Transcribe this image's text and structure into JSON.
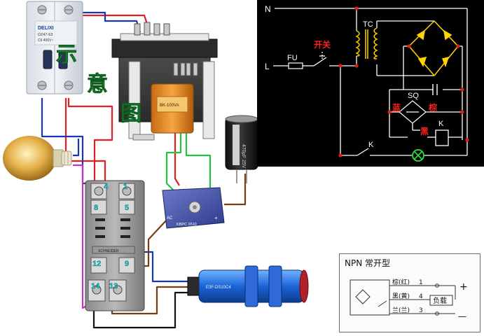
{
  "photo_labels": {
    "breaker_brand": "DELIXI",
    "breaker_model": "DZ47-63",
    "breaker_ratings": "C6 400V~",
    "transformer_model": "BK-100VA",
    "capacitor_label": "470µF 25V",
    "rectifier_model": "KBPC 3510",
    "rectifier_ac": "AC",
    "rectifier_plus": "+",
    "relay_brand": "SCHNEIDER",
    "sensor_label": "E3F-DS10C4"
  },
  "photo_watermarks": [
    "示",
    "意",
    "图"
  ],
  "relay_terminals": {
    "t4": "4",
    "t1": "1",
    "t8": "8",
    "t5": "5",
    "t12": "12",
    "t9": "9",
    "t14": "14",
    "t13": "13"
  },
  "schematic": {
    "n_label": "N",
    "l_label": "L",
    "fu_label": "FU",
    "switch_label": "开关",
    "tc_label": "TC",
    "sq_label": "SQ",
    "blue_label": "蓝",
    "brown_label": "棕",
    "black_label": "黑",
    "k_coil_label": "K",
    "k_contact_label": "K",
    "colors": {
      "background": "#000000",
      "wire": "#ffffff",
      "node": "#e21b1b",
      "label_red": "#ff2020",
      "bridge": "#ffd400",
      "tc": "#ffd400",
      "lamp": "#2ee23a"
    }
  },
  "npn_diagram": {
    "title": "NPN 常开型",
    "wire1": "棕(红)",
    "wire1_pin": "1",
    "wire2": "黑(黄)",
    "wire2_pin": "4",
    "wire3": "兰(兰)",
    "wire3_pin": "3",
    "load_label": "负载",
    "plus_sign": "+",
    "minus_sign": "—"
  },
  "wire_colors": {
    "red": "#e01f26",
    "blue": "#1437b8",
    "green": "#27c23f",
    "brown": "#7a3a12",
    "black": "#111111",
    "magenta": "#c531c5"
  }
}
